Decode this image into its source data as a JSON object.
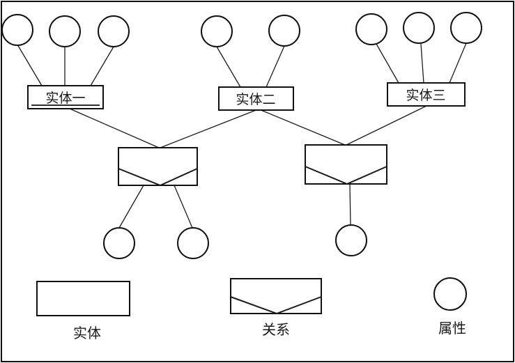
{
  "entities": [
    {
      "id": "e1",
      "label": "实体一",
      "underlined": true
    },
    {
      "id": "e2",
      "label": "实体二",
      "underlined": false
    },
    {
      "id": "e3",
      "label": "实体三",
      "underlined": false
    }
  ],
  "relationships": [
    {
      "id": "r1",
      "connects": [
        "e1",
        "e2"
      ]
    },
    {
      "id": "r2",
      "connects": [
        "e2",
        "e3"
      ]
    }
  ],
  "attributes": [
    {
      "owner": "e1",
      "count": 3
    },
    {
      "owner": "e2",
      "count": 2
    },
    {
      "owner": "e3",
      "count": 3
    },
    {
      "owner": "r1",
      "count": 2
    },
    {
      "owner": "r2",
      "count": 1
    }
  ],
  "legend": {
    "entity_label": "实体",
    "relationship_label": "关系",
    "attribute_label": "属性"
  }
}
